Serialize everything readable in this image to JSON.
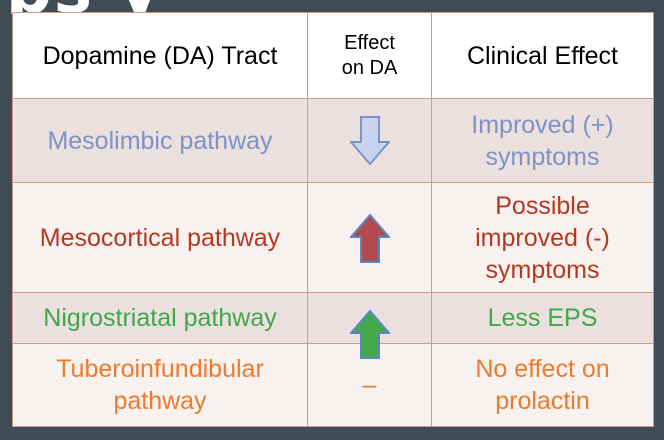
{
  "slide": {
    "title_fragment": "ps y "
  },
  "table": {
    "headers": {
      "tract": "Dopamine (DA) Tract",
      "effect_line1": "Effect",
      "effect_line2": "on DA",
      "clinical": "Clinical Effect"
    },
    "rows": [
      {
        "tract": "Mesolimbic pathway",
        "effect_icon": "down-arrow-icon",
        "effect_direction": "down",
        "clinical_line1": "Improved (+)",
        "clinical_line2": "symptoms",
        "clinical_line3": ""
      },
      {
        "tract": "Mesocortical pathway",
        "effect_icon": "up-arrow-icon",
        "effect_direction": "up",
        "clinical_line1": "Possible",
        "clinical_line2": "improved (-)",
        "clinical_line3": "symptoms"
      },
      {
        "tract": "Nigrostriatal pathway",
        "effect_icon": "up-arrow-icon",
        "effect_direction": "up",
        "clinical_line1": "Less EPS",
        "clinical_line2": "",
        "clinical_line3": ""
      },
      {
        "tract_line1": "Tuberoinfundibular",
        "tract_line2": "pathway",
        "effect_text": "–",
        "clinical_line1": "No effect on",
        "clinical_line2": "prolactin",
        "clinical_line3": ""
      }
    ]
  },
  "colors": {
    "background": "#3f4b55",
    "row_shade": "#ebe0de",
    "row_light": "#f7f1f0",
    "border": "#cf9a86",
    "mesolimbic_text": "#7c93c8",
    "mesocortical_text": "#b5391f",
    "nigrostriatal_text": "#3ea84c",
    "tuberoinfundibular_text": "#ed7b2e",
    "down_arrow_fill": "#c7d3ef",
    "down_arrow_stroke": "#7c93c8",
    "up_arrow_red_fill": "#b14b4e",
    "up_arrow_red_stroke": "#5c86c4",
    "up_arrow_green_fill": "#43a94b",
    "up_arrow_green_stroke": "#5c86c4"
  }
}
